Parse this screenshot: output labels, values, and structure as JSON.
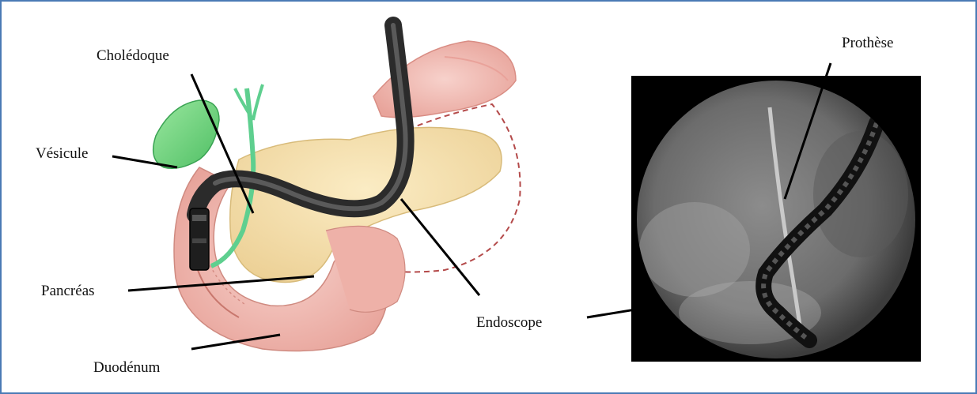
{
  "labels": {
    "choledoque": "Cholédoque",
    "vesicule": "Vésicule",
    "pancreas": "Pancréas",
    "duodenum": "Duodénum",
    "endoscope": "Endoscope",
    "prothese": "Prothèse"
  },
  "colors": {
    "border": "#4a7ab5",
    "gallbladder": "#7fd88a",
    "pancreas": "#f2dca6",
    "duodenum": "#f0b7b0",
    "endoscope": "#2b2b2b",
    "xray_bg": "#000000"
  }
}
